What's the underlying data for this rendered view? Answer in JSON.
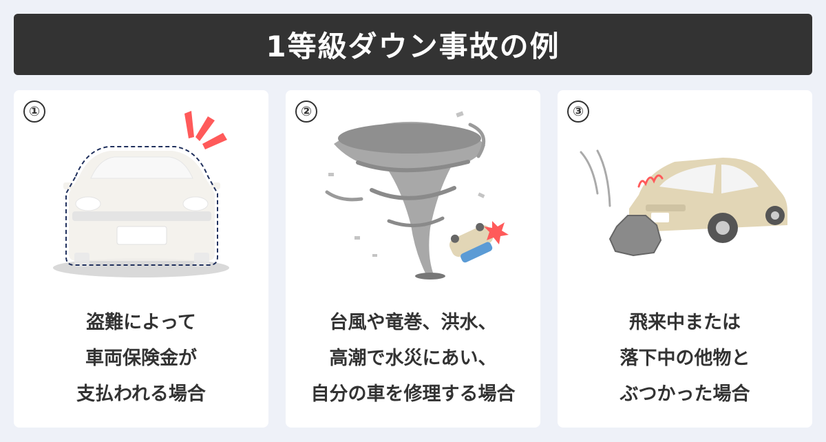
{
  "title": "1等級ダウン事故の例",
  "cards": [
    {
      "number": "①",
      "lines": [
        "盗難によって",
        "車両保険金が",
        "支払われる場合"
      ]
    },
    {
      "number": "②",
      "lines": [
        "台風や竜巻、洪水、",
        "高潮で水災にあい、",
        "自分の車を修理する場合"
      ]
    },
    {
      "number": "③",
      "lines": [
        "飛来中または",
        "落下中の他物と",
        "ぶつかった場合"
      ]
    }
  ],
  "colors": {
    "background": "#eef1f8",
    "title_bar": "#333333",
    "accent_red": "#ff5a5a",
    "car_body": "#f3f1ec",
    "car_beige": "#e2d6b6",
    "tornado_gray": "#a8a8a8",
    "rock_gray": "#8a8a8a",
    "outline_navy": "#1f2f5c"
  }
}
